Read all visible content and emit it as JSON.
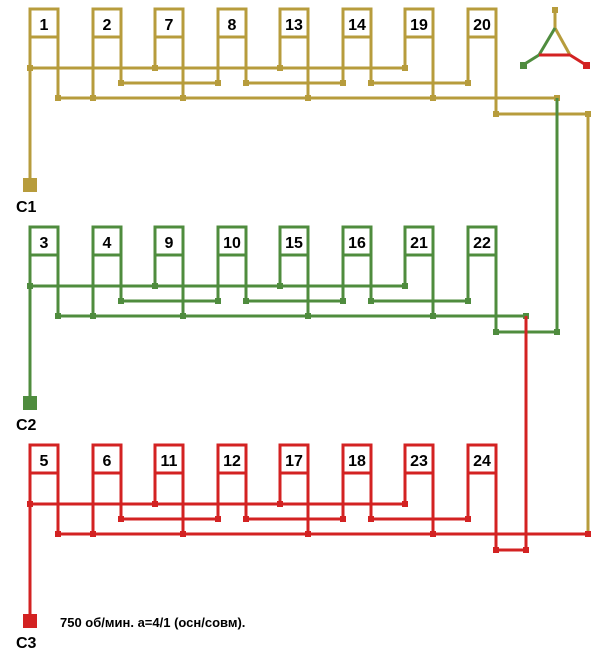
{
  "colors": {
    "phase1": "#b79c3c",
    "phase2": "#4f8c3e",
    "phase3": "#d32222"
  },
  "phases": [
    {
      "name": "C1",
      "coils": [
        "1",
        "2",
        "7",
        "8",
        "13",
        "14",
        "19",
        "20"
      ]
    },
    {
      "name": "C2",
      "coils": [
        "3",
        "4",
        "9",
        "10",
        "15",
        "16",
        "21",
        "22"
      ]
    },
    {
      "name": "C3",
      "coils": [
        "5",
        "6",
        "11",
        "12",
        "17",
        "18",
        "23",
        "24"
      ]
    }
  ],
  "caption": "750 об/мин. а=4/1 (осн/совм).",
  "legend_icon": "star-triangle-connection-icon"
}
